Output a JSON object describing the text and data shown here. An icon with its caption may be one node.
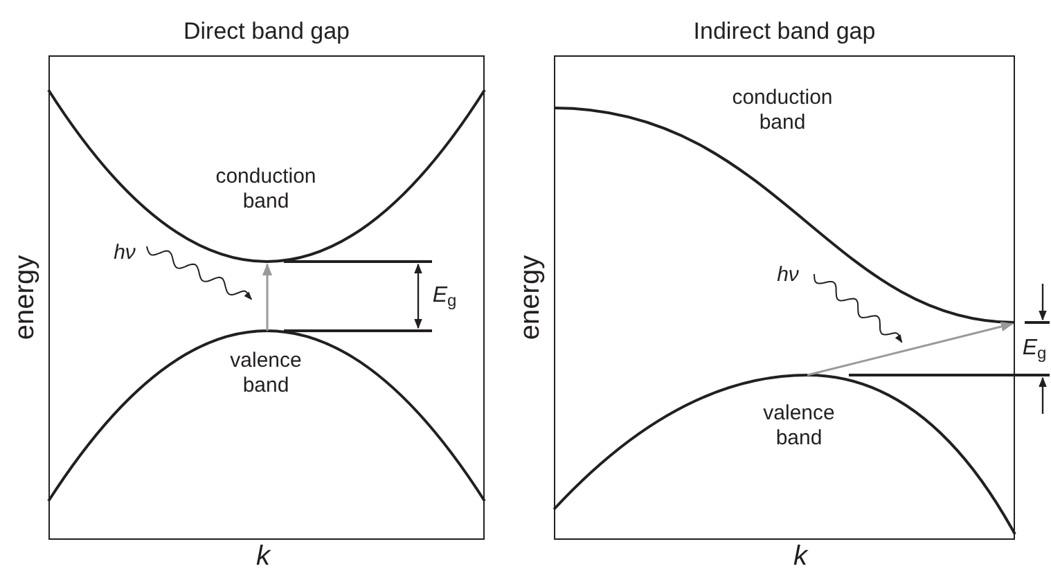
{
  "diagram": {
    "nodes": [
      {
        "text": [
          "Direct band gap"
        ]
      },
      {
        "text": [
          "Indirect band gap"
        ]
      }
    ],
    "labels": [
      "conduction band",
      "hν",
      "*E*$_{g}$",
      "valence band",
      "energy",
      "k",
      "conduction band",
      "hν",
      "*E*$_{g}$",
      "valence band",
      "energy",
      "k"
    ]
  }
}
